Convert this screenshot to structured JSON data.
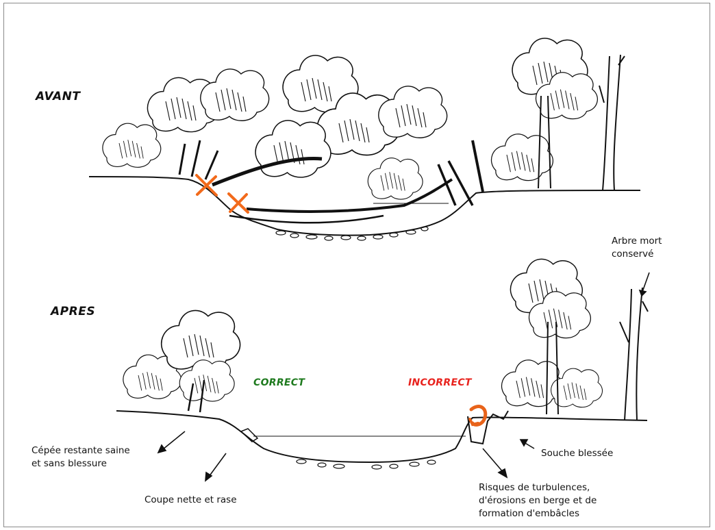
{
  "headings": {
    "before": "AVANT",
    "after": "APRES"
  },
  "verdicts": {
    "correct": {
      "text": "CORRECT",
      "color": "#1e7a1e"
    },
    "incorrect": {
      "text": "INCORRECT",
      "color": "#e8231e"
    }
  },
  "annotations": {
    "dead_tree": "Arbre mort\nconservé",
    "coppice": "Cépée restante saine\net sans blessure",
    "clean_cut": "Coupe nette et rase",
    "injured_stump": "Souche blessée",
    "risks": "Risques de turbulences,\nd'érosions en berge et de\nformation d'embâcles"
  },
  "marks": {
    "cut_mark_color": "#f26a1b",
    "swirl_color": "#e8631a"
  }
}
